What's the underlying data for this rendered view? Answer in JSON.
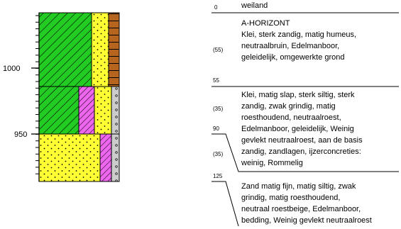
{
  "column": {
    "axis_labels": [
      "1000",
      "950"
    ],
    "layers": [
      {
        "top_depth": "0",
        "lithology": [
          "clay-green-hatched",
          "sand-yellow-dotted",
          "peat-brown-bricks"
        ]
      },
      {
        "top_depth": "55",
        "lithology": [
          "clay-green-hatched",
          "silt-pink-hatched",
          "sand-yellow-dotted",
          "gravel-grey"
        ]
      },
      {
        "top_depth": "90",
        "lithology": [
          "sand-yellow-dotted",
          "silt-pink-hatched",
          "gravel-grey"
        ]
      }
    ],
    "colors": {
      "clay": "#22cc22",
      "sand": "#ffff33",
      "peat": "#b5651d",
      "silt": "#ee66ee",
      "gravel": "#cccccc"
    }
  },
  "log": {
    "top_label": "0",
    "top_label_text": "weiland",
    "entries": [
      {
        "thickness": "(55)",
        "lines": [
          "A-HORIZONT",
          "Klei, sterk zandig, matig humeus,",
          "neutraalbruin, Edelmanboor,",
          "geleidelijk, omgewerkte grond"
        ]
      },
      {
        "boundary": "55",
        "thickness": "(35)",
        "lines": [
          "Klei, matig slap, sterk siltig, sterk",
          "zandig, zwak grindig, matig",
          "roesthoudend, neutraalroest,",
          "Edelmanboor, geleidelijk, Weinig",
          "gevlekt neutraalroest, aan de basis",
          "zandig, zandlagen, ijzerconcreties:",
          "weinig, Rommelig"
        ]
      },
      {
        "boundary": "90",
        "thickness": "(35)",
        "lines": []
      },
      {
        "boundary": "125",
        "lines": [
          "Zand matig fijn, matig siltig, zwak",
          "grindig, matig roesthoudend,",
          "neutraal roestbeige, Edelmanboor,",
          "bedding, Weinig gevlekt neutraalroest"
        ]
      }
    ]
  }
}
